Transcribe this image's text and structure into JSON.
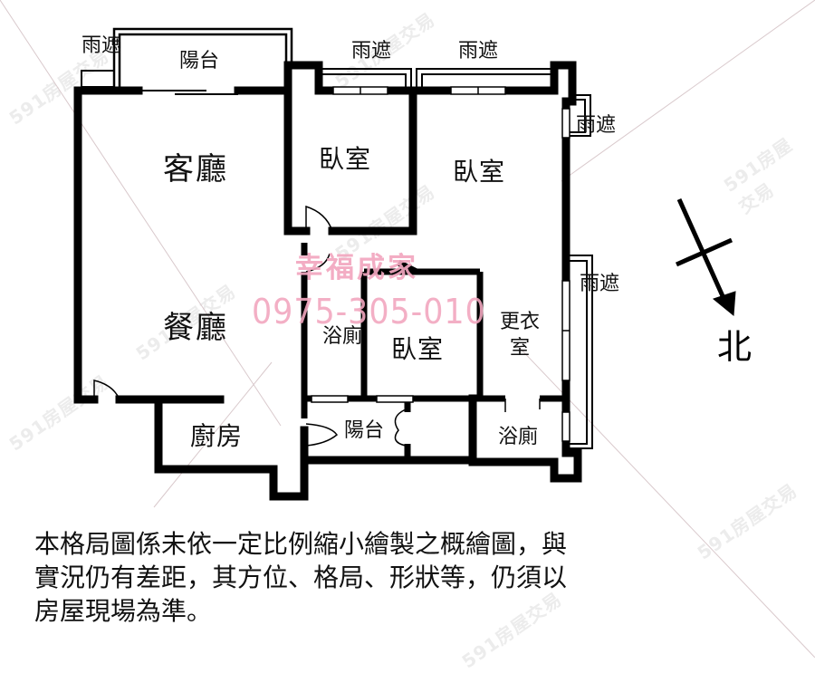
{
  "plan": {
    "rooms": {
      "living_room": "客廳",
      "dining_room": "餐廳",
      "kitchen": "廚房",
      "bedroom_top_middle": "臥室",
      "bedroom_top_right": "臥室",
      "bedroom_center": "臥室",
      "bathroom_center": "浴廁",
      "bathroom_right": "浴廁",
      "walk_in_closet_line1": "更衣",
      "walk_in_closet_line2": "室",
      "balcony_top": "陽台",
      "balcony_bottom": "陽台"
    },
    "awnings": {
      "top_left": "雨遮",
      "top_middle": "雨遮",
      "top_right": "雨遮",
      "right_upper": "雨遮",
      "right_lower": "雨遮"
    },
    "compass": {
      "label": "北",
      "icon": "north-arrow-icon"
    }
  },
  "watermark": {
    "agency_name": "幸福成家",
    "phone": "0975-305-010",
    "site_stamp": "591房屋交易",
    "color": "#f2a7bf"
  },
  "disclaimer": {
    "line1": "本格局圖係未依一定比例縮小繪製之概繪圖，與",
    "line2": "實況仍有差距，其方位、格局、形狀等，仍須以",
    "line3": "房屋現場為準。"
  }
}
